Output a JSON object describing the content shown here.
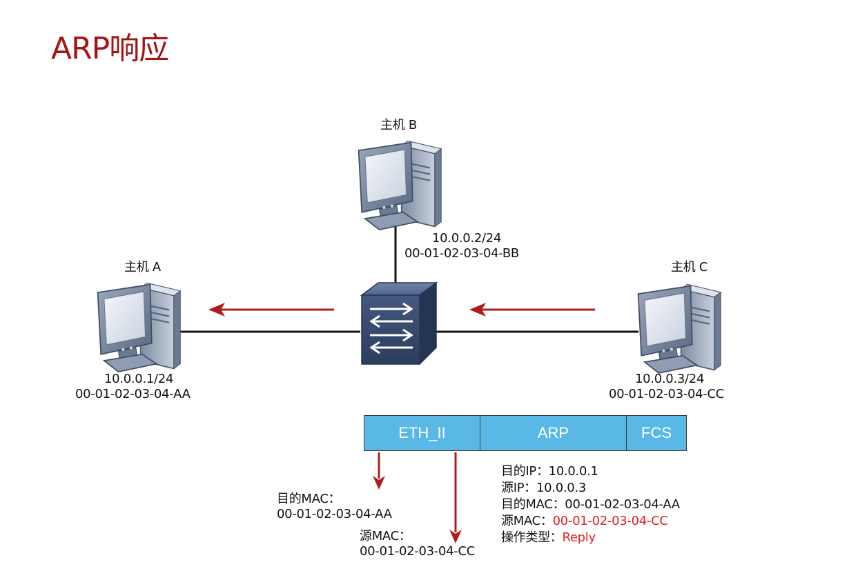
{
  "title": "ARP响应",
  "hosts": {
    "a": {
      "name": "主机 A",
      "ip": "10.0.0.1/24",
      "mac": "00-01-02-03-04-AA"
    },
    "b": {
      "name": "主机 B",
      "ip": "10.0.0.2/24",
      "mac": "00-01-02-03-04-BB"
    },
    "c": {
      "name": "主机 C",
      "ip": "10.0.0.3/24",
      "mac": "00-01-02-03-04-CC"
    }
  },
  "frame": {
    "segments": [
      "ETH_II",
      "ARP",
      "FCS"
    ]
  },
  "eth_fields": {
    "dst_label": "目的MAC：",
    "dst_value": "00-01-02-03-04-AA",
    "src_label": "源MAC：",
    "src_value": "00-01-02-03-04-CC"
  },
  "arp_fields": {
    "dst_ip_label": "目的IP：",
    "dst_ip_value": "10.0.0.1",
    "src_ip_label": "源IP：",
    "src_ip_value": "10.0.0.3",
    "dst_mac_label": "目的MAC：",
    "dst_mac_value": "00-01-02-03-04-AA",
    "src_mac_label": "源MAC：",
    "src_mac_value": "00-01-02-03-04-CC",
    "op_label": "操作类型：",
    "op_value": "Reply"
  },
  "colors": {
    "title": "#a31515",
    "arrow": "#b01c1c",
    "highlight": "#e02020",
    "frame_fill": "#5ab8e6"
  },
  "icons": [
    "computer-icon",
    "switch-icon",
    "arrow-left-icon",
    "arrow-down-icon"
  ]
}
